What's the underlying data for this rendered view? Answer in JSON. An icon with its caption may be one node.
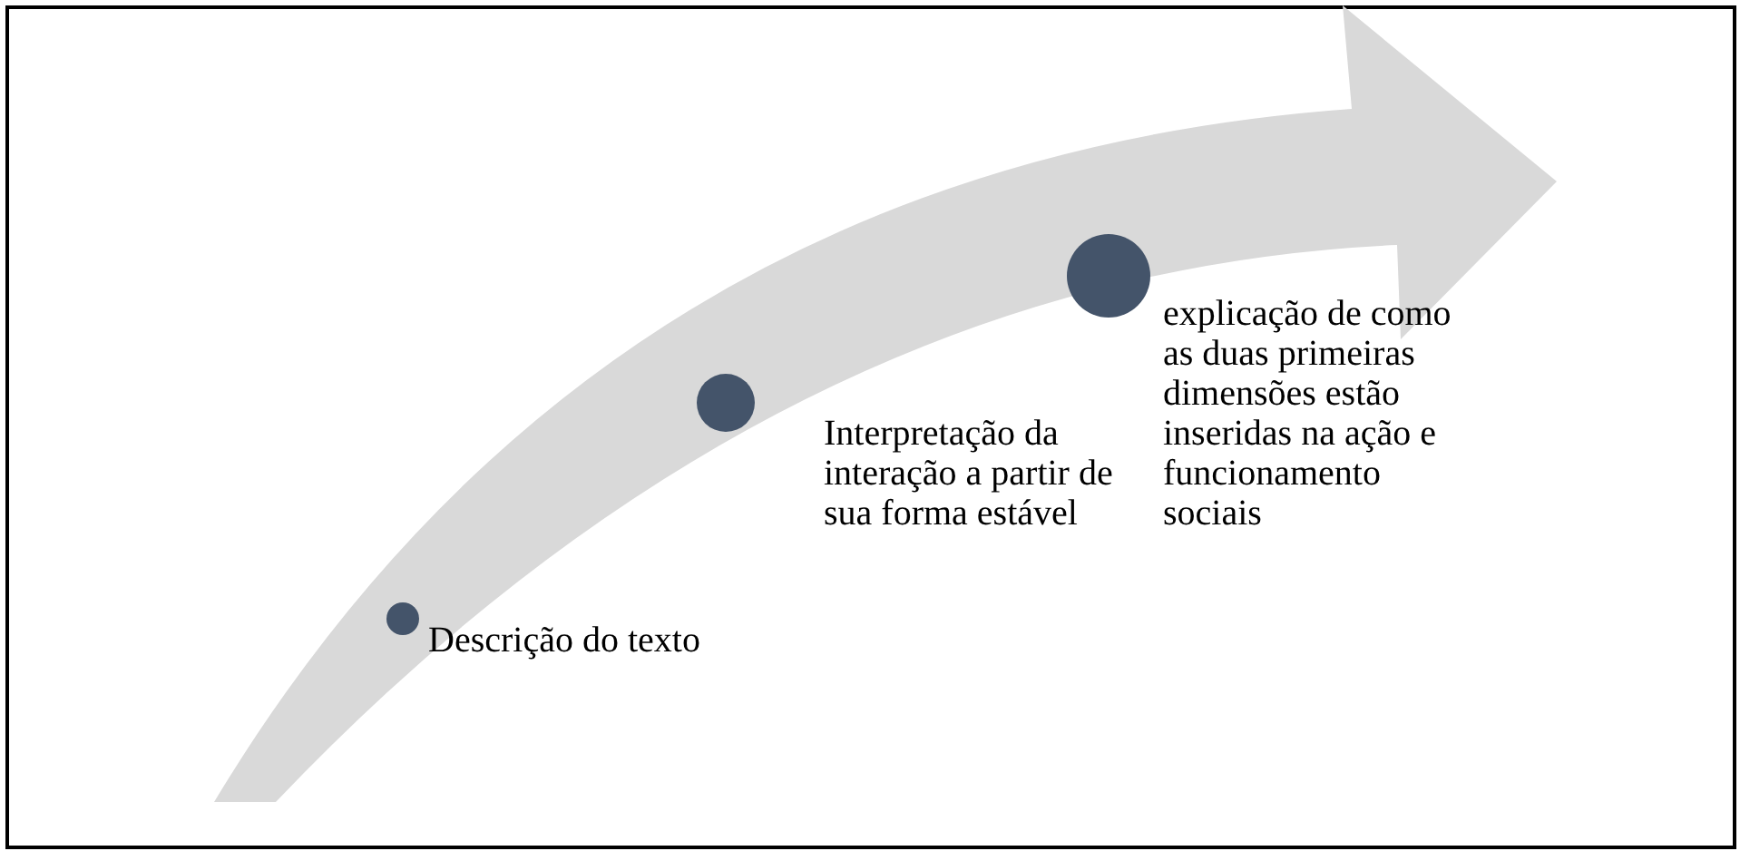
{
  "diagram": {
    "nodes": [
      {
        "text": [],
        "shape": "circle",
        "beside": [
          "Descrição do texto"
        ]
      },
      {
        "text": [],
        "shape": "circle",
        "beside": [
          "Interpretação da interação a partir de sua forma estável"
        ]
      },
      {
        "text": [],
        "shape": "circle",
        "beside": [
          "explicação de como as duas primeiras dimensões estão inseridas na ação  e funcionamento sociais"
        ]
      }
    ],
    "edges": []
  }
}
